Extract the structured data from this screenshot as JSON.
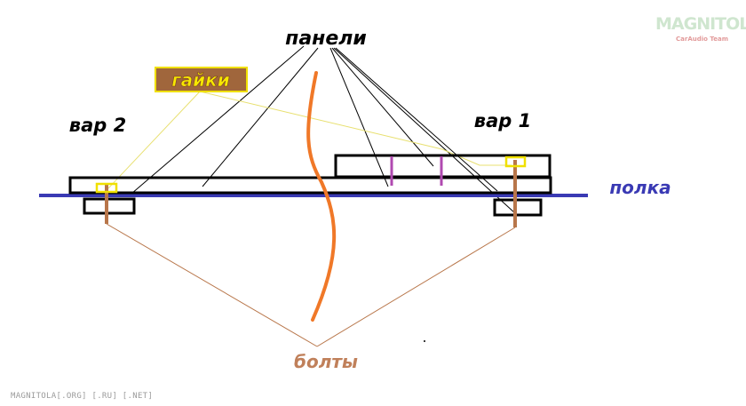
{
  "labels": {
    "panels": "панели",
    "nuts": "гайки",
    "var1": "вар 1",
    "var2": "вар 2",
    "shelf": "полка",
    "bolts": "болты"
  },
  "watermark": {
    "logo": "MAGNITOLA",
    "sub": "CarAudio Team"
  },
  "footer": "MAGNITOLA[.ORG] [.RU] [.NET]",
  "colors": {
    "outline": "#000000",
    "shelf": "#3a3ab4",
    "bolt": "#b8764a",
    "bolts_label": "#c0805a",
    "nut": "#f0e000",
    "nuts_badge_bg": "#a0663c",
    "nuts_text": "#f7e800",
    "clip": "#b04ab0",
    "break_line": "#f07828",
    "leader_nuts": "#e8e070"
  }
}
